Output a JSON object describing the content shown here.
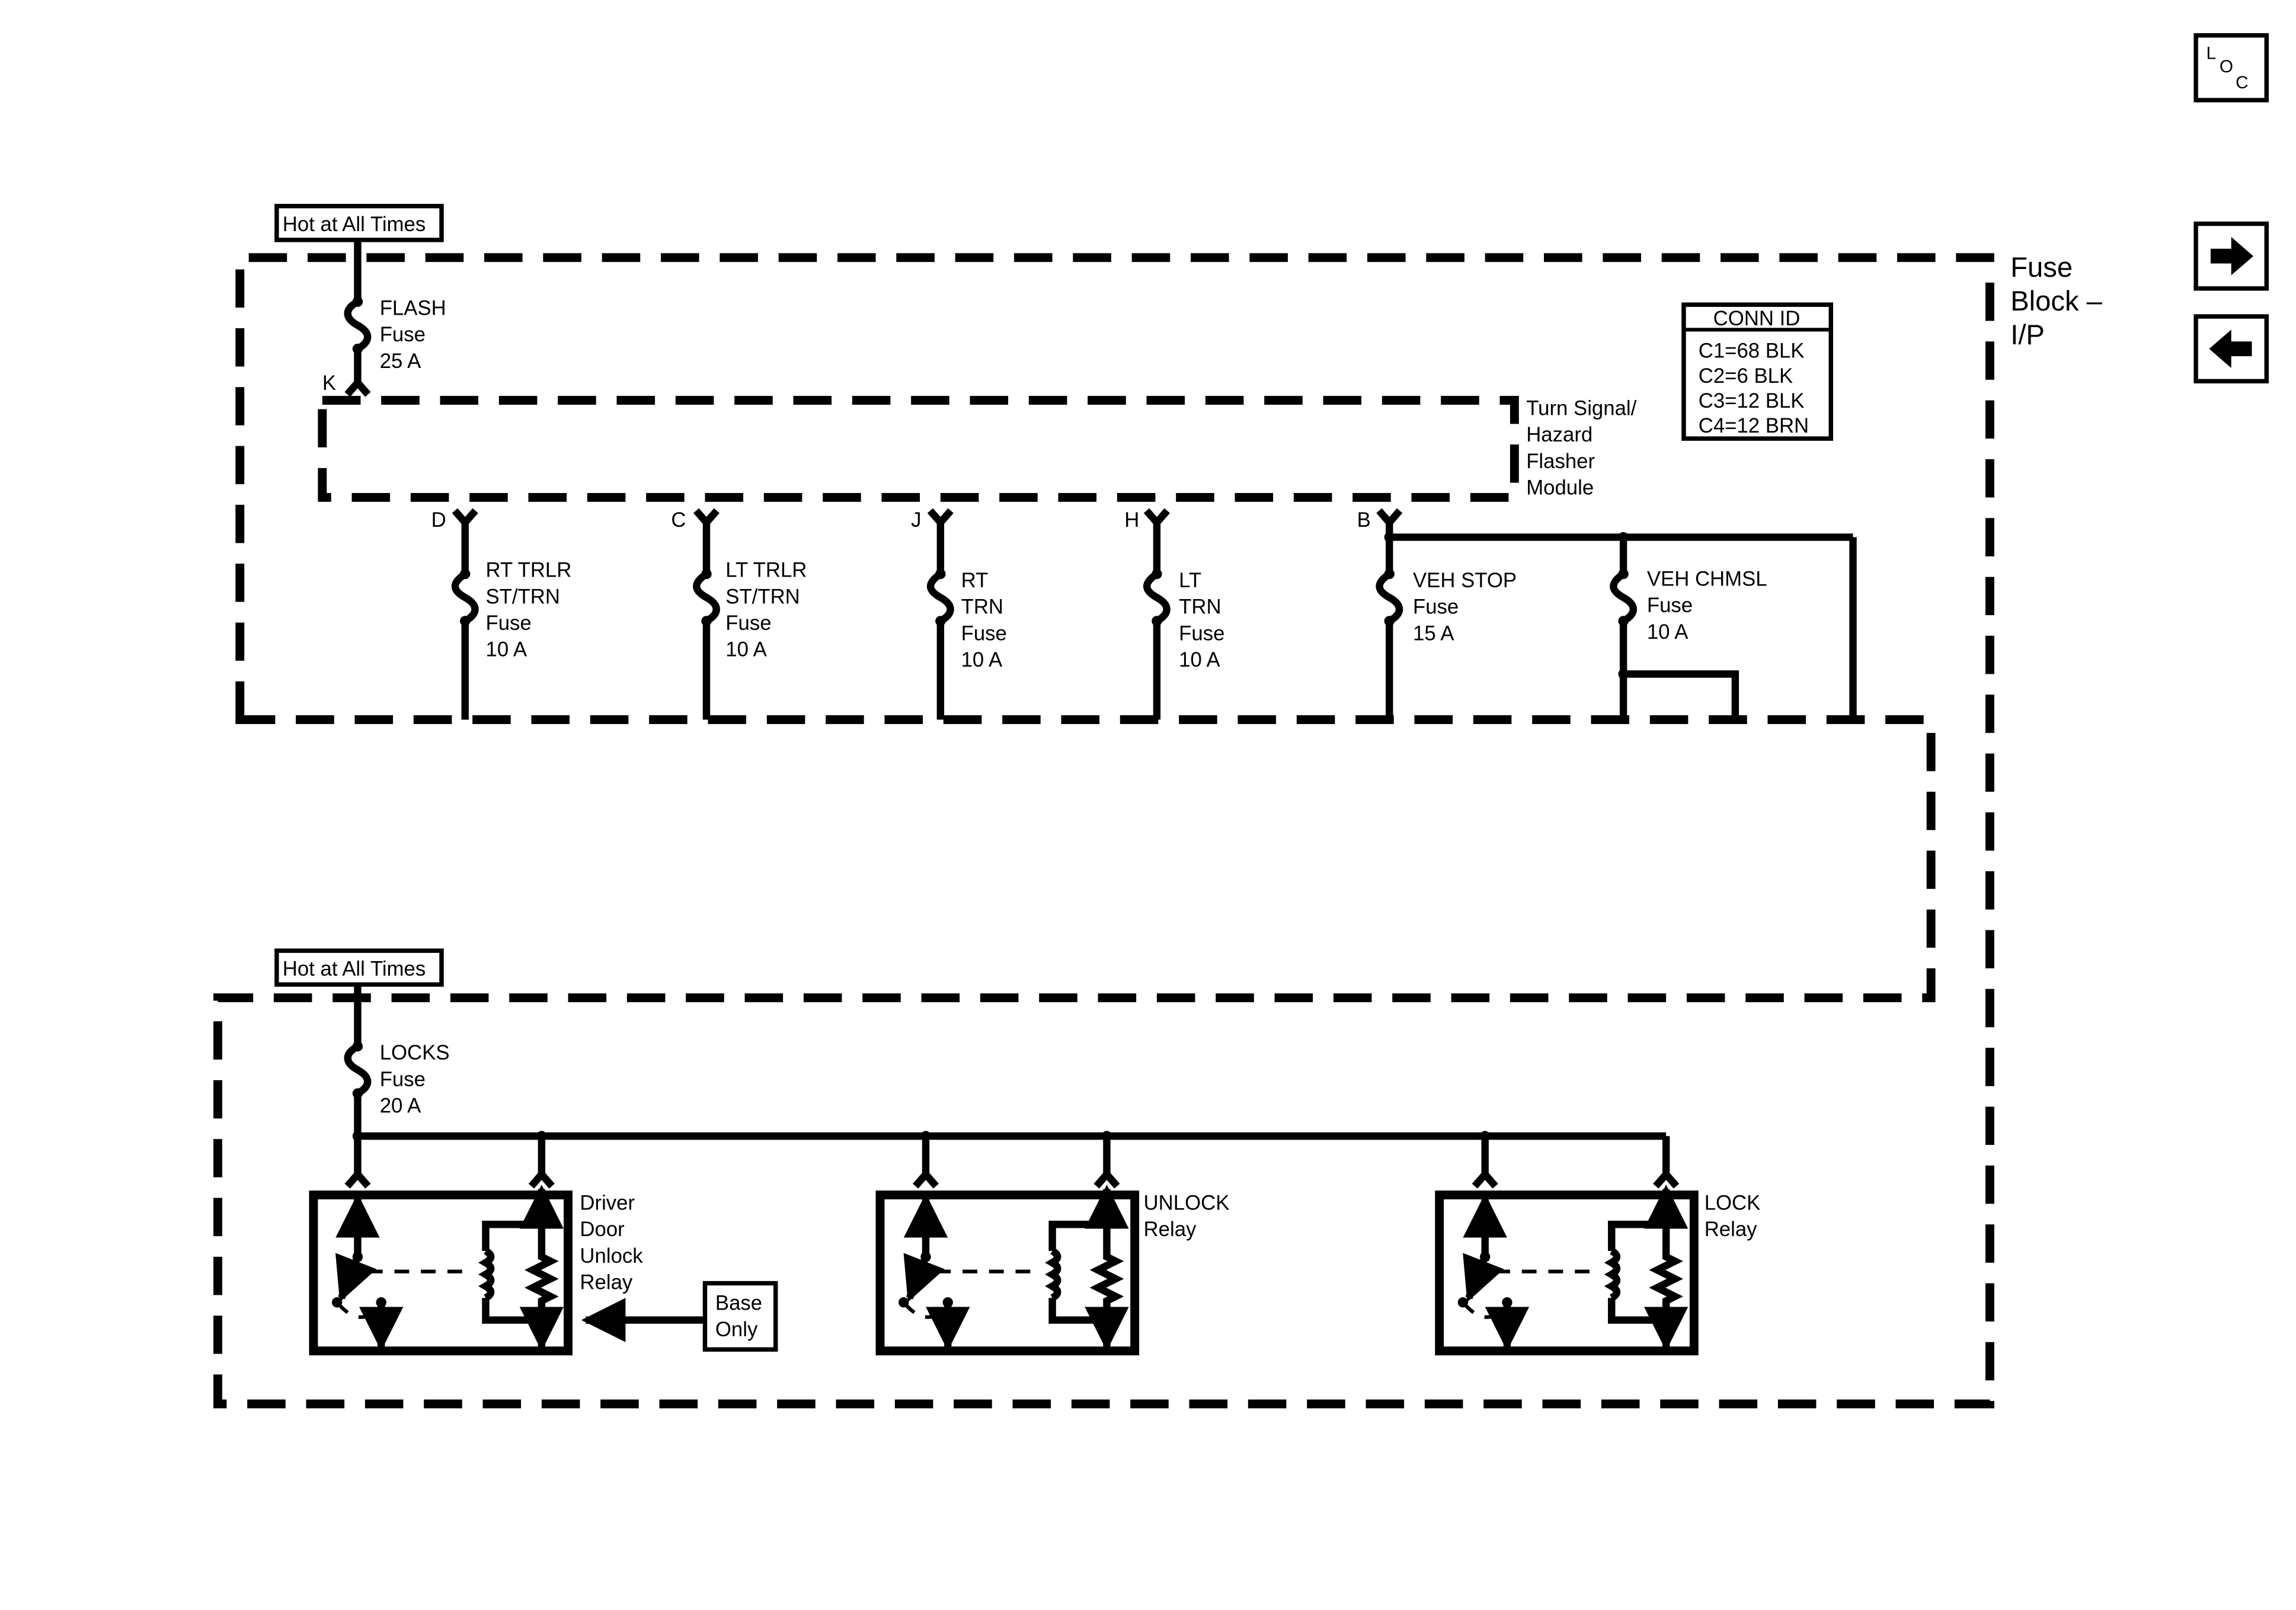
{
  "nav": {
    "loc_letters": [
      "L",
      "O",
      "C"
    ]
  },
  "power_sources": {
    "upper": "Hot at All Times",
    "lower": "Hot at All Times"
  },
  "fuse_block_label": [
    "Fuse",
    "Block –",
    "I/P"
  ],
  "conn_id": {
    "title": "CONN ID",
    "rows": [
      "C1=68 BLK",
      "C2=6 BLK",
      "C3=12 BLK",
      "C4=12 BRN"
    ]
  },
  "flasher_module": [
    "Turn Signal/",
    "Hazard",
    "Flasher",
    "Module"
  ],
  "flash_fuse": {
    "pin": "K",
    "lines": [
      "FLASH",
      "Fuse",
      "25 A"
    ]
  },
  "output_fuses": [
    {
      "pin": "D",
      "lines": [
        "RT TRLR",
        "ST/TRN",
        "Fuse",
        "10 A"
      ]
    },
    {
      "pin": "C",
      "lines": [
        "LT TRLR",
        "ST/TRN",
        "Fuse",
        "10 A"
      ]
    },
    {
      "pin": "J",
      "lines": [
        "RT",
        "TRN",
        "Fuse",
        "10 A"
      ]
    },
    {
      "pin": "H",
      "lines": [
        "LT",
        "TRN",
        "Fuse",
        "10 A"
      ]
    },
    {
      "pin": "B",
      "lines": [
        "VEH STOP",
        "Fuse",
        "15 A"
      ]
    }
  ],
  "chmsl_fuse": {
    "lines": [
      "VEH CHMSL",
      "Fuse",
      "10 A"
    ]
  },
  "locks_fuse": {
    "lines": [
      "LOCKS",
      "Fuse",
      "20 A"
    ]
  },
  "relays": [
    {
      "lines": [
        "Driver",
        "Door",
        "Unlock",
        "Relay"
      ]
    },
    {
      "lines": [
        "UNLOCK",
        "Relay"
      ]
    },
    {
      "lines": [
        "LOCK",
        "Relay"
      ]
    }
  ],
  "base_only": [
    "Base",
    "Only"
  ]
}
